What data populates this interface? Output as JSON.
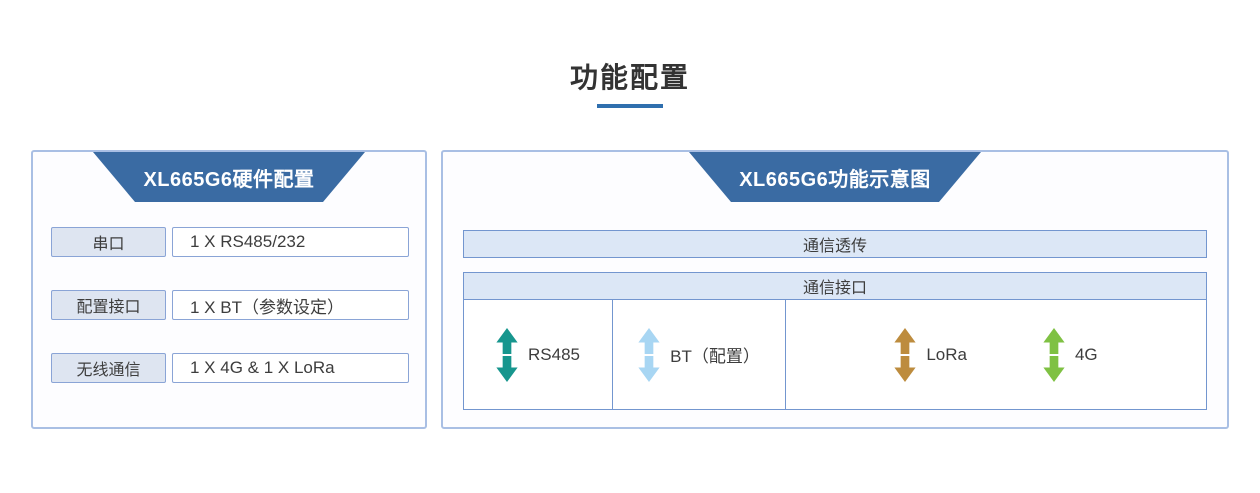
{
  "page": {
    "title": "功能配置"
  },
  "left_panel": {
    "header": "XL665G6硬件配置",
    "rows": [
      {
        "label": "串口",
        "value": "1 X RS485/232"
      },
      {
        "label": "配置接口",
        "value": "1 X BT（参数设定）"
      },
      {
        "label": "无线通信",
        "value": "1 X 4G & 1 X LoRa"
      }
    ]
  },
  "right_panel": {
    "header": "XL665G6功能示意图",
    "passthrough_label": "通信透传",
    "interface_header": "通信接口",
    "items": [
      {
        "label": "RS485",
        "color": "#17968e"
      },
      {
        "label": "BT（配置）",
        "color": "#a8d6f3"
      },
      {
        "label": "LoRa",
        "color": "#bd8c3e"
      },
      {
        "label": "4G",
        "color": "#7fc143"
      }
    ]
  },
  "colors": {
    "header_blue": "#3a6ba3",
    "panel_border": "#a9bfe4",
    "box_border": "#7396cf",
    "light_blue_fill": "#dce7f6",
    "title_underline": "#2f6fae"
  }
}
